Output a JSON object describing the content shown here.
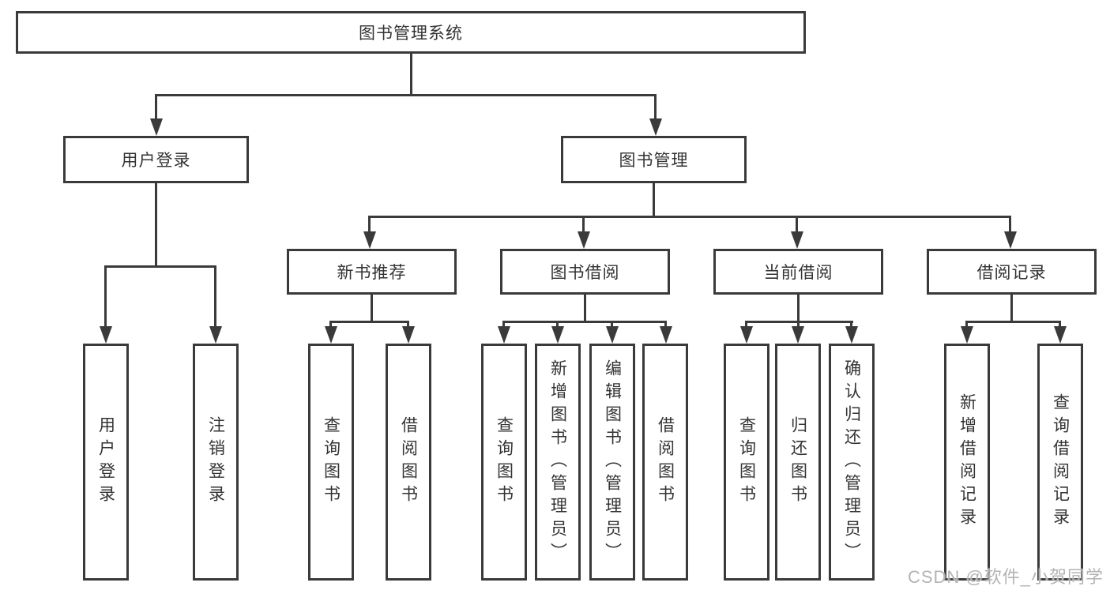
{
  "diagram": {
    "root": {
      "label": "图书管理系统"
    },
    "level2": {
      "user_login": {
        "label": "用户登录"
      },
      "book_management": {
        "label": "图书管理"
      }
    },
    "level3": {
      "new_book_recommend": {
        "label": "新书推荐"
      },
      "book_borrow": {
        "label": "图书借阅"
      },
      "current_borrow": {
        "label": "当前借阅"
      },
      "borrow_records": {
        "label": "借阅记录"
      }
    },
    "leaves": {
      "user_login": {
        "label": "用户登录"
      },
      "logout": {
        "label": "注销登录"
      },
      "recommend_query_books": {
        "label": "查询图书"
      },
      "recommend_borrow_books": {
        "label": "借阅图书"
      },
      "borrow_query_books": {
        "label": "查询图书"
      },
      "borrow_add_books": {
        "label": "新增图书（管理员）"
      },
      "borrow_edit_books": {
        "label": "编辑图书（管理员）"
      },
      "borrow_borrow_books": {
        "label": "借阅图书"
      },
      "current_query_books": {
        "label": "查询图书"
      },
      "current_return_books": {
        "label": "归还图书"
      },
      "current_confirm_return": {
        "label": "确认归还（管理员）"
      },
      "records_add_record": {
        "label": "新增借阅记录"
      },
      "records_query_record": {
        "label": "查询借阅记录"
      }
    }
  },
  "watermark": {
    "text": "CSDN @软件_小贺同学"
  },
  "colors": {
    "line": "#3a3a3a",
    "text": "#333333",
    "background": "#ffffff",
    "watermark": "#b3b3b3"
  }
}
